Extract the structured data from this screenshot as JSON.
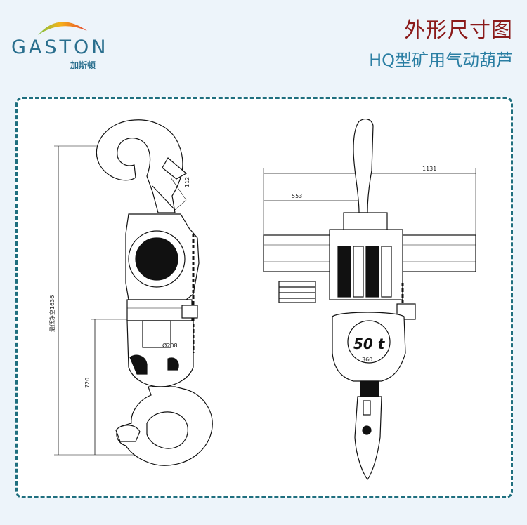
{
  "header": {
    "brand": "GASTON",
    "brand_cn": "加斯顿",
    "title_main": "外形尺寸图",
    "title_sub": "HQ型矿用气动葫芦"
  },
  "drawing": {
    "dim_top_width": "1131",
    "dim_half_width": "553",
    "dim_hook": "112",
    "dim_lower_height": "720",
    "dim_total_height_label": "最低净空1636",
    "dim_sheave": "Ø208",
    "capacity_label": "50 t",
    "small_label": "360"
  }
}
